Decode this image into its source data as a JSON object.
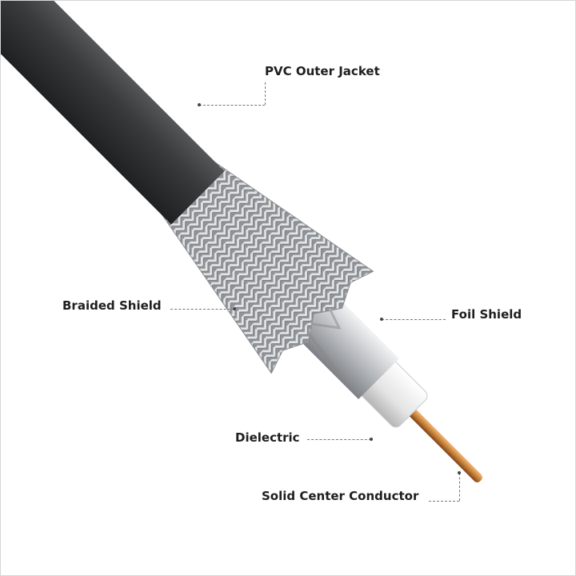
{
  "labels": {
    "jacket": "PVC Outer Jacket",
    "braid": "Braided Shield",
    "foil": "Foil Shield",
    "dielectric": "Dielectric",
    "conductor": "Solid Center Conductor"
  },
  "colors": {
    "jacket": "#3a3b3d",
    "braid": "#b9bcc0",
    "foil": "#d4d6d9",
    "dielectric": "#eeeeee",
    "conductor": "#c8803a"
  }
}
